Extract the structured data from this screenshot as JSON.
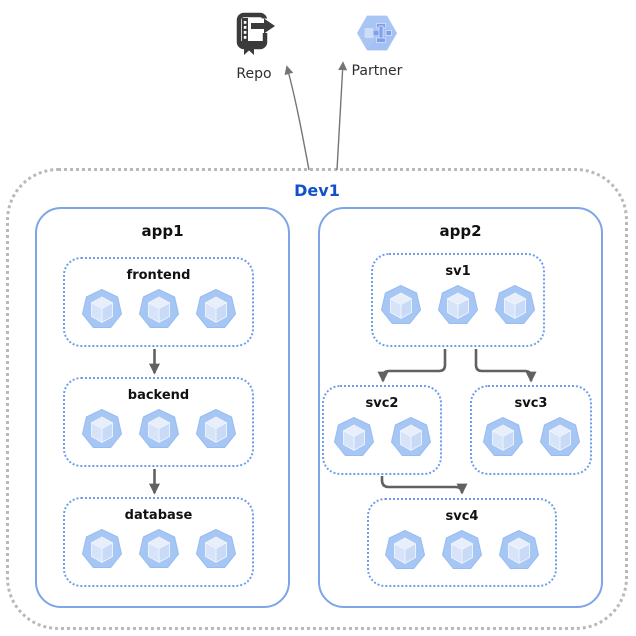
{
  "diagram": {
    "external_nodes": {
      "repo": {
        "label": "Repo",
        "icon": "source-repository-icon"
      },
      "partner": {
        "label": "Partner",
        "icon": "partner-interconnect-icon"
      }
    },
    "environment": {
      "label": "Dev1",
      "apps": [
        {
          "label": "app1",
          "services": [
            {
              "label": "frontend",
              "pod_count": 3,
              "icon": "kubernetes-pod-icon"
            },
            {
              "label": "backend",
              "pod_count": 3,
              "icon": "kubernetes-pod-icon"
            },
            {
              "label": "database",
              "pod_count": 3,
              "icon": "kubernetes-pod-icon"
            }
          ]
        },
        {
          "label": "app2",
          "services": [
            {
              "label": "sv1",
              "pod_count": 3,
              "icon": "kubernetes-pod-icon"
            },
            {
              "label": "svc2",
              "pod_count": 2,
              "icon": "kubernetes-pod-icon"
            },
            {
              "label": "svc3",
              "pod_count": 2,
              "icon": "kubernetes-pod-icon"
            },
            {
              "label": "svc4",
              "pod_count": 3,
              "icon": "kubernetes-pod-icon"
            }
          ]
        }
      ]
    },
    "edges": [
      {
        "from": "frontend",
        "to": "backend"
      },
      {
        "from": "backend",
        "to": "database"
      },
      {
        "from": "sv1",
        "to": "svc2"
      },
      {
        "from": "sv1",
        "to": "svc3"
      },
      {
        "from": "svc2",
        "to": "svc4"
      },
      {
        "from": "Dev1",
        "to": "Repo"
      },
      {
        "from": "Dev1",
        "to": "Partner"
      }
    ],
    "colors": {
      "env_label": "#1251c8",
      "app_border": "#7da5e8",
      "service_border": "#6d9eeb",
      "env_border": "#b9b9b9",
      "pod_fill": "#a6c6f4",
      "pod_cube": "#d7e3f8",
      "arrow_dark": "#616161",
      "arrow_light": "#757575",
      "repo_icon": "#3b3b3b",
      "partner_hex": "#a9c5f3"
    }
  }
}
